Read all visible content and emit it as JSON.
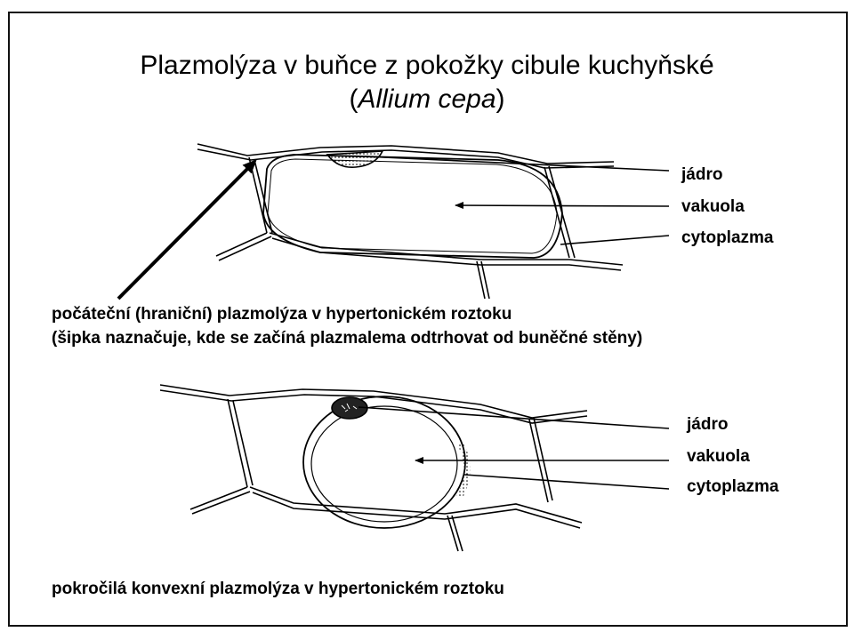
{
  "title": {
    "line1": "Plazmolýza v buňce z pokožky cibule kuchyňské",
    "line2_open": "(",
    "line2_species": "Allium cepa",
    "line2_close": ")"
  },
  "diagram_top": {
    "labels": [
      "jádro",
      "vakuola",
      "cytoplazma"
    ],
    "caption_line1": "počáteční (hraniční) plazmolýza v hypertonickém roztoku",
    "caption_line2": "(šipka naznačuje, kde se začíná plazmalema odtrhovat od buněčné stěny)"
  },
  "diagram_bottom": {
    "labels": [
      "jádro",
      "vakuola",
      "cytoplazma"
    ],
    "caption": "pokročilá konvexní plazmolýza v hypertonickém roztoku"
  }
}
